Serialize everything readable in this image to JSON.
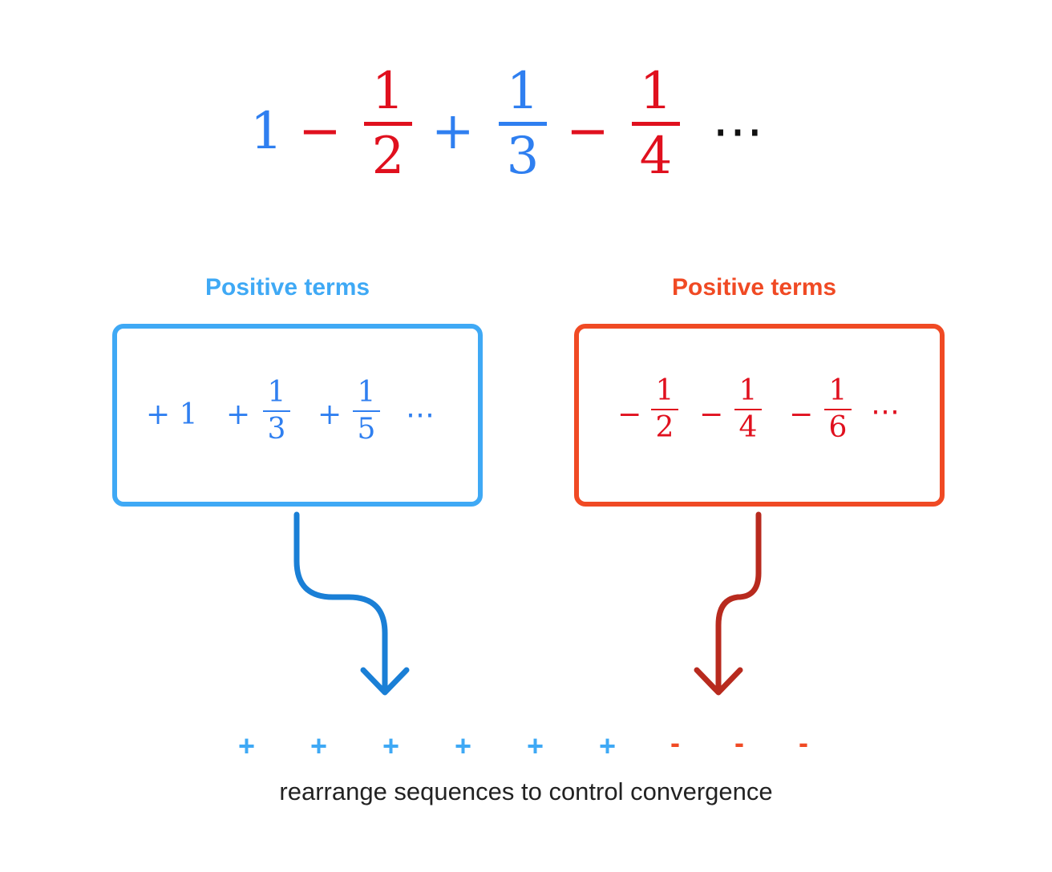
{
  "series": {
    "first": "1",
    "ops": [
      "−",
      "+",
      "−"
    ],
    "fractions": [
      {
        "num": "1",
        "den": "2",
        "color": "#e0101e"
      },
      {
        "num": "1",
        "den": "3",
        "color": "#2f7ff0"
      },
      {
        "num": "1",
        "den": "4",
        "color": "#e0101e"
      }
    ],
    "ellipsis": "⋯"
  },
  "left_group": {
    "heading": "Positive terms",
    "color": "#3fa9f5",
    "lead": "+ 1",
    "terms": [
      {
        "sign": "+",
        "num": "1",
        "den": "3"
      },
      {
        "sign": "+",
        "num": "1",
        "den": "5"
      }
    ],
    "ellipsis": "⋯"
  },
  "right_group": {
    "heading": "Positive terms",
    "color": "#f04a24",
    "terms": [
      {
        "sign": "−",
        "num": "1",
        "den": "2"
      },
      {
        "sign": "−",
        "num": "1",
        "den": "4"
      },
      {
        "sign": "−",
        "num": "1",
        "den": "6"
      }
    ],
    "ellipsis": "⋯"
  },
  "signs_row": [
    "+",
    "+",
    "+",
    "+",
    "+",
    "+",
    "-",
    "-",
    "-"
  ],
  "caption": "rearrange sequences to control convergence",
  "icons": {
    "left_arrow": "curved-arrow-down-icon",
    "right_arrow": "curved-arrow-down-icon"
  }
}
